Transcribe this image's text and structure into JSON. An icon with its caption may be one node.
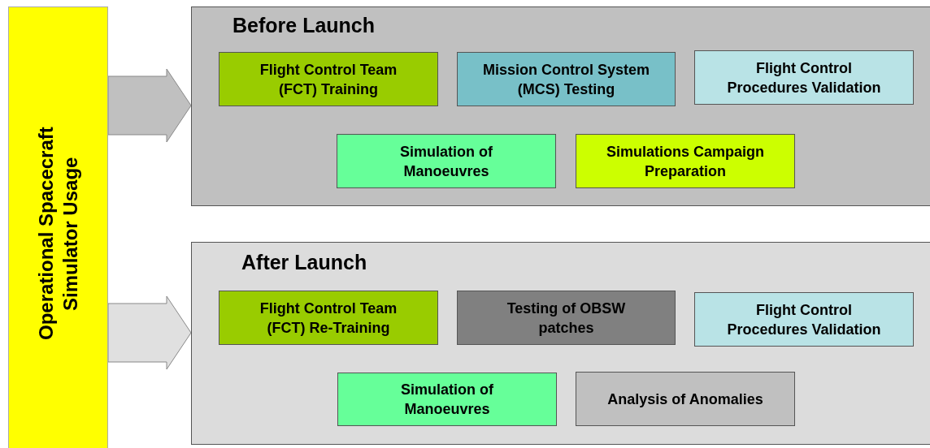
{
  "diagram": {
    "nodes": [
      {
        "text": [
          "Operational Spacecraft Simulator Usage"
        ]
      },
      {
        "text": [
          "Before Launch"
        ]
      },
      {
        "text": [
          "Flight Control Team (FCT) Training"
        ],
        "in": 1
      },
      {
        "text": [
          "Mission Control System (MCS) Testing"
        ],
        "in": 1
      },
      {
        "text": [
          "Flight Control Procedures Validation"
        ],
        "in": 1
      },
      {
        "text": [
          "Simulation of Manoeuvres"
        ],
        "in": 1
      },
      {
        "text": [
          "Simulations Campaign Preparation"
        ],
        "in": 1
      },
      {
        "text": [
          "After Launch"
        ]
      },
      {
        "text": [
          "Flight Control Team (FCT) Re-Training"
        ],
        "in": 7
      },
      {
        "text": [
          "Testing of OBSW patches"
        ],
        "in": 7
      },
      {
        "text": [
          "Flight Control Procedures Validation"
        ],
        "in": 7
      },
      {
        "text": [
          "Simulation of Manoeuvres"
        ],
        "in": 7
      },
      {
        "text": [
          "Analysis of Anomalies"
        ],
        "in": 7
      }
    ],
    "edges": [
      {
        "from": 0,
        "to": 1,
        "arrow": "to"
      },
      {
        "from": 0,
        "to": 7,
        "arrow": "to"
      }
    ]
  }
}
